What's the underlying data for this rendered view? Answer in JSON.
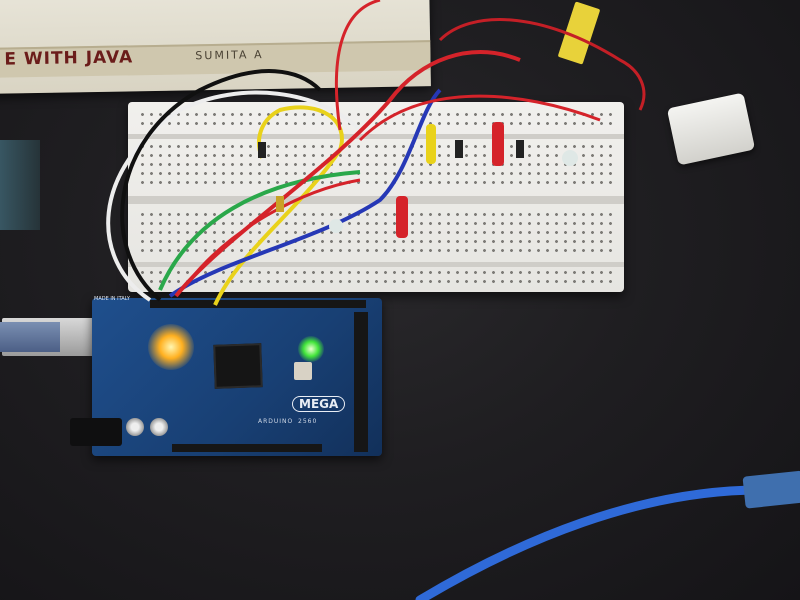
{
  "scene": {
    "book": {
      "title": "E WITH JAVA",
      "author": "SUMITA A"
    },
    "board": {
      "model_label": "MEGA",
      "brand_label": "ARDUINO",
      "origin_label": "MADE IN ITALY",
      "model_number": "2560"
    },
    "colors": {
      "board_blue": "#1f4f8d",
      "breadboard": "#f1f0ed",
      "wire_red": "#d5232a",
      "wire_yellow": "#e9d21a",
      "wire_green": "#2aa84a",
      "wire_blue": "#2638b6",
      "wire_white": "#ededed",
      "wire_black": "#101010",
      "usb_cable": "#2f6ad8",
      "led_orange": "#ffb020",
      "led_green": "#42e53a"
    }
  }
}
